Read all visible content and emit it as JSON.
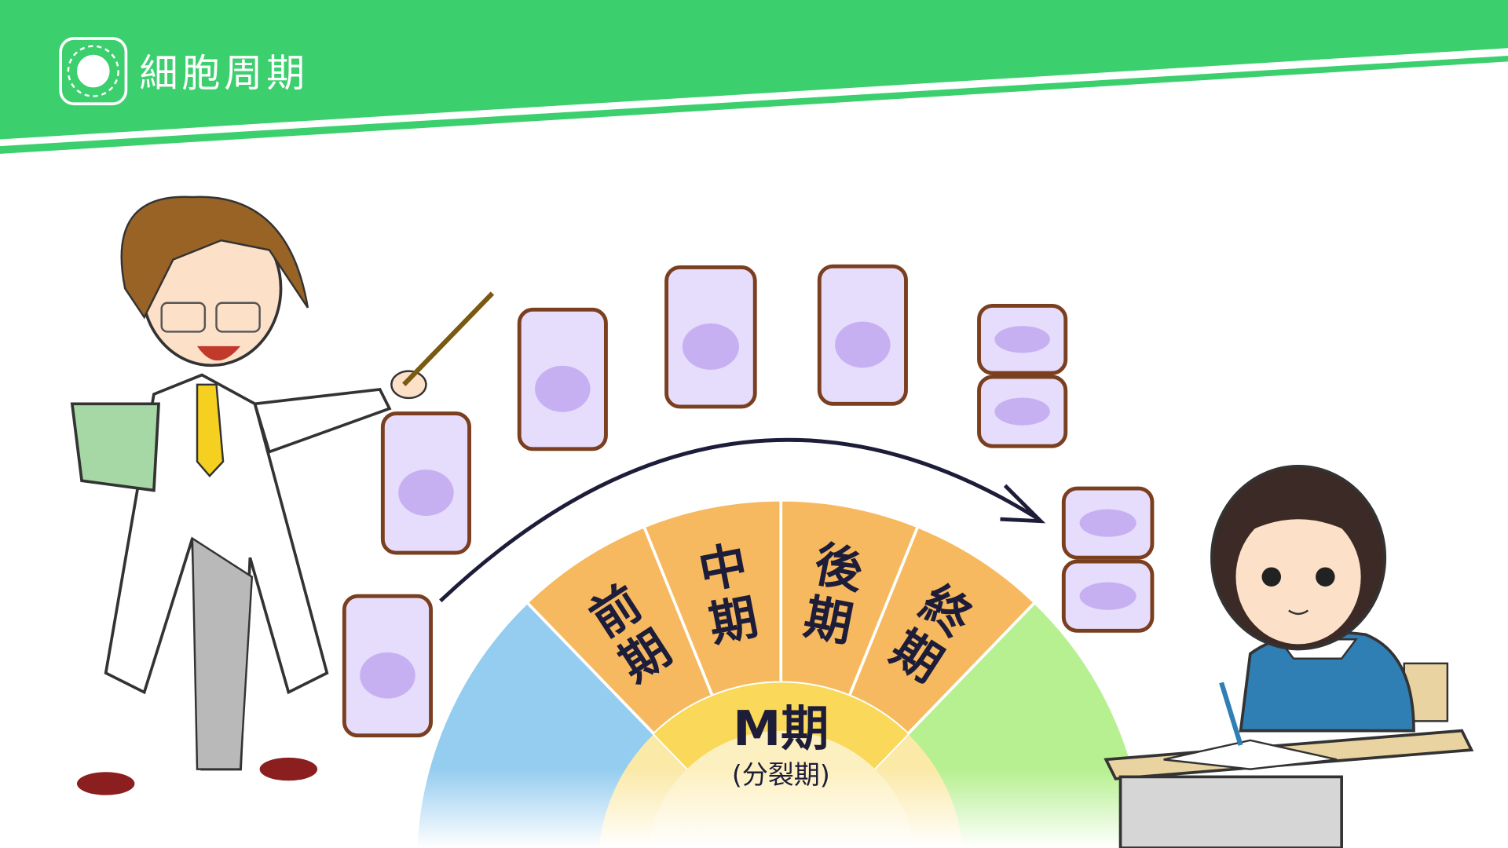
{
  "header": {
    "title": "細胞周期",
    "icon": "cell-icon",
    "color": "#3ccf6e"
  },
  "cycle": {
    "phases": [
      {
        "label_top": "前",
        "label_bottom": "期"
      },
      {
        "label_top": "中",
        "label_bottom": "期"
      },
      {
        "label_top": "後",
        "label_bottom": "期"
      },
      {
        "label_top": "終",
        "label_bottom": "期"
      }
    ],
    "center_label": "M期",
    "center_sublabel": "(分裂期)",
    "colors": {
      "m_phase": "#f6b95f",
      "center": "#f9d85a",
      "g1": "#95cdf0",
      "g2": "#b6f090"
    }
  }
}
